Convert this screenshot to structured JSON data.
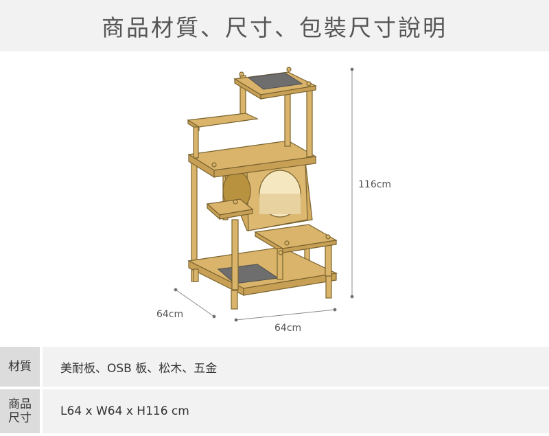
{
  "header": {
    "title": "商品材質、尺寸、包裝尺寸說明"
  },
  "diagram": {
    "height_label": "116cm",
    "depth_label": "64cm",
    "width_label": "64cm",
    "wood_color": "#d9b46a",
    "wood_edge_color": "#7a6330",
    "mat_color": "#6e6e6e"
  },
  "specs": {
    "material_label": "材質",
    "material_value": "美耐板、OSB 板、松木、五金",
    "size_label_line1": "商品",
    "size_label_line2": "尺寸",
    "size_value": "L64 x W64 x H116 cm"
  }
}
